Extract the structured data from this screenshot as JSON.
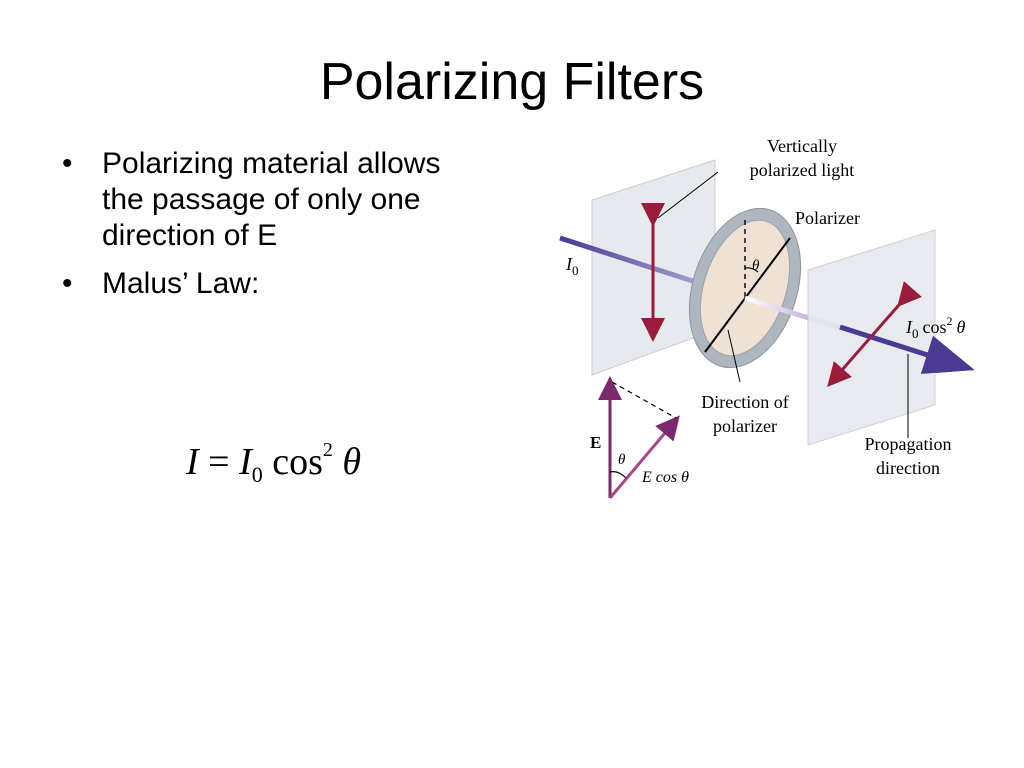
{
  "title": "Polarizing Filters",
  "bullets": [
    {
      "marker": "•",
      "text": "Polarizing material allows the passage of only one direction of E"
    },
    {
      "marker": "•",
      "text": "Malus’ Law:"
    }
  ],
  "formula": {
    "lhs": "I",
    "equals": "=",
    "coef": "I",
    "coef_sub": "0",
    "fn": "cos",
    "power": "2",
    "arg": "θ"
  },
  "diagram": {
    "label_vertical_1": "Vertically",
    "label_vertical_2": "polarized light",
    "label_polarizer": "Polarizer",
    "label_i0": "I",
    "label_i0_sub": "0",
    "label_out_i": "I",
    "label_out_sub": "0",
    "label_out_cos": "cos",
    "label_out_pow": "2",
    "label_out_theta": "θ",
    "label_theta": "θ",
    "label_dir_1": "Direction of",
    "label_dir_2": "polarizer",
    "label_prop_1": "Propagation",
    "label_prop_2": "direction",
    "label_E": "E",
    "label_vec_theta": "θ",
    "label_ecos": "E cos θ",
    "colors": {
      "beam": "#5b4a9e",
      "arrow": "#9b1b3a",
      "panel": "#e6e9ee",
      "ring": "#aeb6bf",
      "disk": "#efe2d4",
      "vector": "#7a2a6a"
    }
  }
}
